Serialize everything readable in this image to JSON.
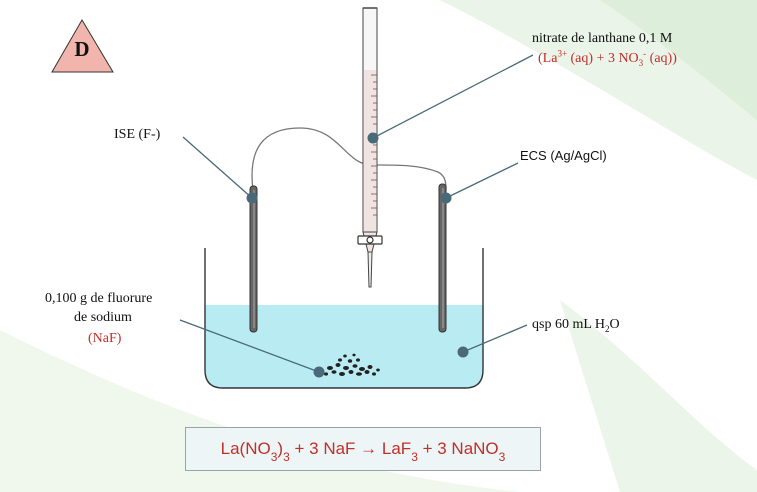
{
  "badge": {
    "letter": "D"
  },
  "labels": {
    "burette_line1": "nitrate de lanthane 0,1 M",
    "burette_line2_a": "(La",
    "burette_line2_sup1": "3+",
    "burette_line2_b": " (aq) + 3 NO",
    "burette_line2_sub": "3",
    "burette_line2_sup2": "-",
    "burette_line2_c": " (aq))",
    "ise": "ISE (F-)",
    "ecs": "ECS (Ag/AgCl)",
    "naf_line1": "0,100 g de fluorure",
    "naf_line2": "de sodium",
    "naf_line3": "(NaF)",
    "water_a": "qsp 60 mL H",
    "water_sub": "2",
    "water_b": "O"
  },
  "equation": {
    "p1": "La(NO",
    "s1": "3",
    "p2": ")",
    "s2": "3",
    "p3": " + 3 NaF ",
    "arrow": "→",
    "p4": " LaF",
    "s3": "3",
    "p5": " + 3 NaNO",
    "s4": "3"
  },
  "colors": {
    "label_red": "#c0302a",
    "solution": "#b9ecf2",
    "pointer_line": "#4a6a7a",
    "badge_fill": "#f2b5ad"
  }
}
